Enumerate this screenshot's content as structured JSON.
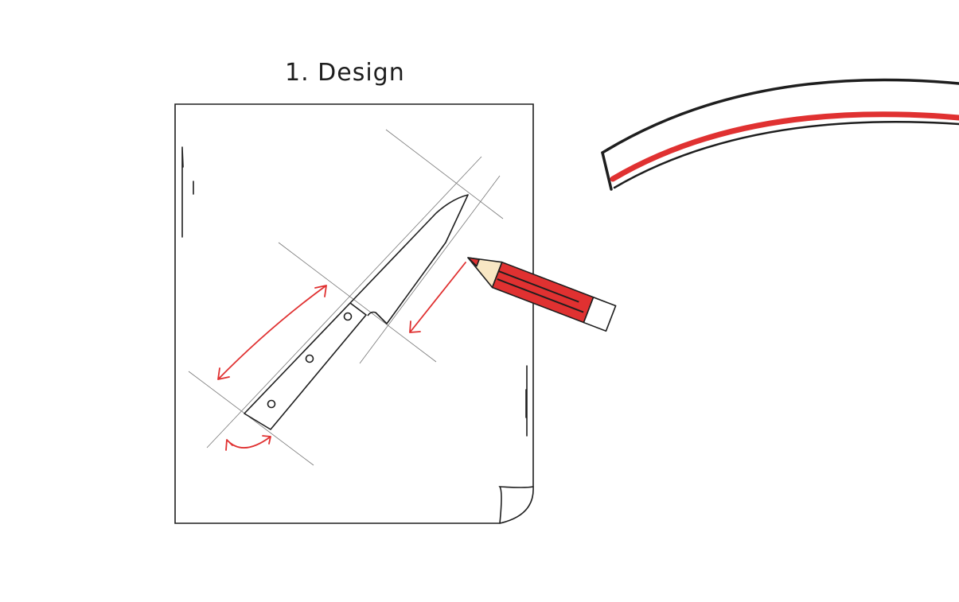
{
  "title": "1. Design",
  "colors": {
    "stroke": "#1e1e1e",
    "accent": "#e03131",
    "guide": "#888888",
    "pencil_wood": "#f8e7c4"
  },
  "icons": [
    "paper-sheet",
    "knife-sketch",
    "red-pencil",
    "dimension-arrows"
  ]
}
